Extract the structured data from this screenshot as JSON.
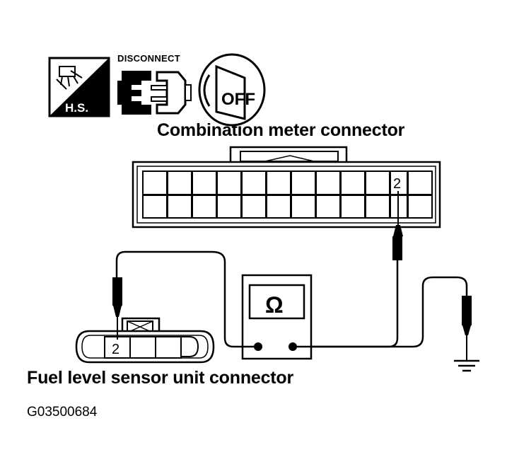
{
  "icons": {
    "hs_label": "H.S.",
    "disconnect_label": "DISCONNECT",
    "ignition_label": "OFF"
  },
  "labels": {
    "combination_meter": "Combination meter connector",
    "fuel_sensor": "Fuel level sensor unit connector",
    "figure_code": "G03500684"
  },
  "terminals": {
    "meter_terminal": "2",
    "sensor_terminal": "2"
  },
  "meter": {
    "symbol": "Ω"
  }
}
